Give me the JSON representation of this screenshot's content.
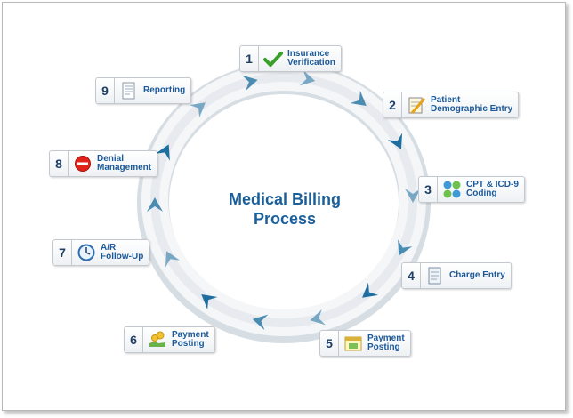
{
  "title_line1": "Medical Billing",
  "title_line2": "Process",
  "steps": [
    {
      "num": "1",
      "label": "Insurance\nVerification",
      "icon": "checkmark-icon"
    },
    {
      "num": "2",
      "label": "Patient\nDemographic Entry",
      "icon": "notepad-pencil-icon"
    },
    {
      "num": "3",
      "label": "CPT & ICD-9\nCoding",
      "icon": "puzzle-icon"
    },
    {
      "num": "4",
      "label": "Charge Entry",
      "icon": "document-icon"
    },
    {
      "num": "5",
      "label": "Payment\nPosting",
      "icon": "calendar-money-icon"
    },
    {
      "num": "6",
      "label": "Payment\nPosting",
      "icon": "hand-coins-icon"
    },
    {
      "num": "7",
      "label": "A/R\nFollow-Up",
      "icon": "clock-icon"
    },
    {
      "num": "8",
      "label": "Denial\nManagement",
      "icon": "denied-icon"
    },
    {
      "num": "9",
      "label": "Reporting",
      "icon": "report-sheet-icon"
    }
  ],
  "colors": {
    "accent": "#1b5f9a",
    "arrow": "#1e6f9f",
    "ring": "#e8edf1"
  }
}
